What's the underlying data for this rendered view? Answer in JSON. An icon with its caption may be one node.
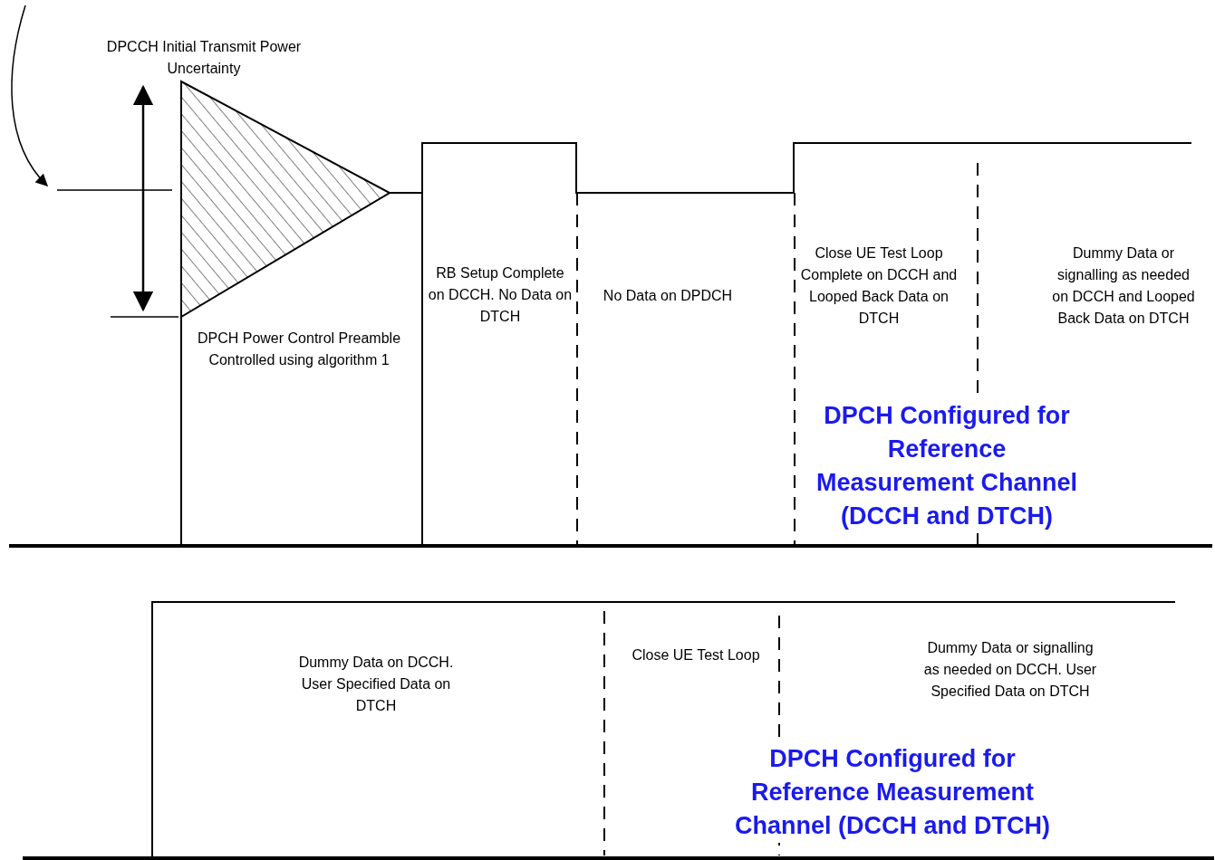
{
  "diagram": {
    "labels": [
      "DPCCH Initial Transmit Power Uncertainty",
      "DPCH Power Control Preamble Controlled using algorithm 1",
      "RB Setup Complete on DCCH. No Data on DTCH",
      "No Data on DPDCH",
      "Close UE Test Loop Complete on DCCH and Looped Back Data on DTCH",
      "Dummy Data or signalling as needed on DCCH and Looped Back Data on DTCH",
      "DPCH Configured for Reference Measurement Channel (DCCH and DTCH)",
      "Dummy Data on DCCH. User Specified Data on DTCH",
      "Close UE Test Loop",
      "Dummy Data or signalling as needed on DCCH. User Specified Data on DTCH",
      "DPCH Configured for Reference Measurement Channel (DCCH and DTCH)"
    ]
  }
}
